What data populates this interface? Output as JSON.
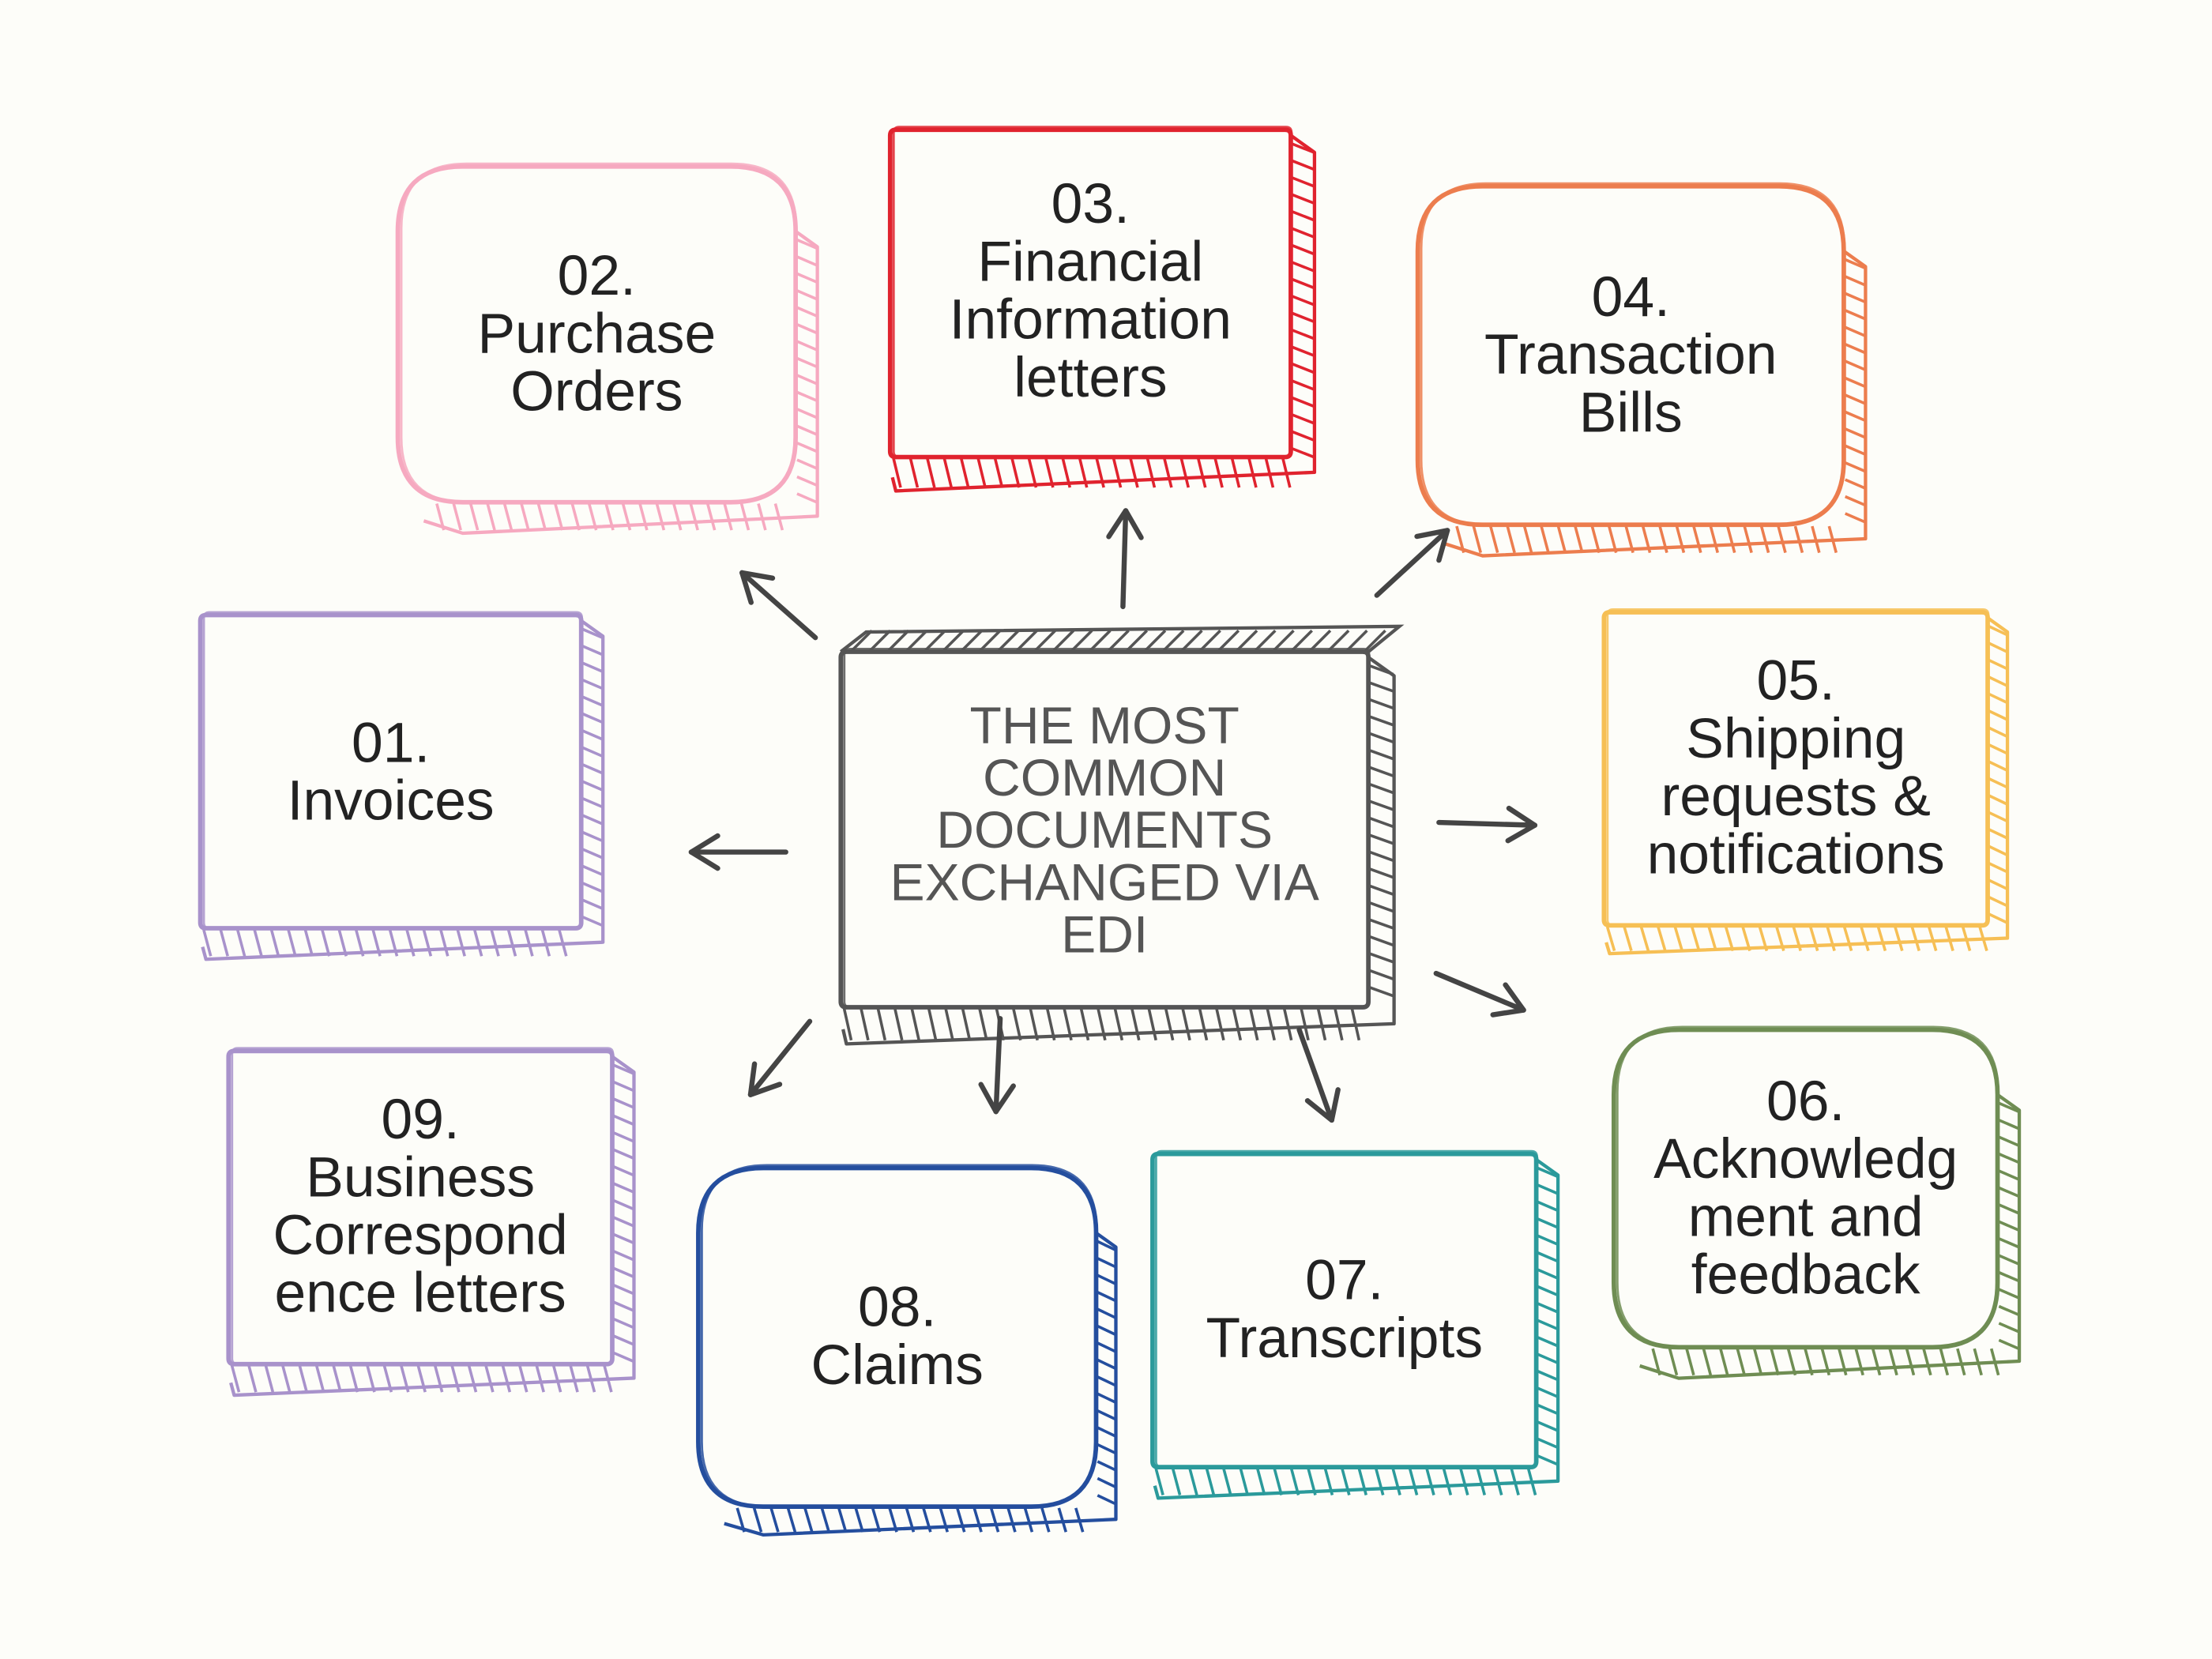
{
  "center": {
    "lines": [
      "THE MOST",
      "COMMON",
      "DOCUMENTS",
      "EXCHANGED VIA",
      "EDI"
    ],
    "color": "#555555"
  },
  "boxes": [
    {
      "id": "01",
      "lines": [
        "01.",
        "Invoices"
      ],
      "color": "#a892cb"
    },
    {
      "id": "02",
      "lines": [
        "02.",
        "Purchase",
        "Orders"
      ],
      "color": "#f6a9c0"
    },
    {
      "id": "03",
      "lines": [
        "03.",
        "Financial",
        "Information",
        "letters"
      ],
      "color": "#e0232e"
    },
    {
      "id": "04",
      "lines": [
        "04.",
        "Transaction",
        "Bills"
      ],
      "color": "#ec7d4e"
    },
    {
      "id": "05",
      "lines": [
        "05.",
        "Shipping",
        "requests &",
        "notifications"
      ],
      "color": "#f6bf55"
    },
    {
      "id": "06",
      "lines": [
        "06.",
        "Acknowledg",
        "ment and",
        "feedback"
      ],
      "color": "#6f8d53"
    },
    {
      "id": "07",
      "lines": [
        "07.",
        "Transcripts"
      ],
      "color": "#2b9a9b"
    },
    {
      "id": "08",
      "lines": [
        "08.",
        "Claims"
      ],
      "color": "#244e9e"
    },
    {
      "id": "09",
      "lines": [
        "09.",
        "Business",
        "Correspond",
        "ence letters"
      ],
      "color": "#a892cb"
    }
  ],
  "arrow_color": "#444444"
}
